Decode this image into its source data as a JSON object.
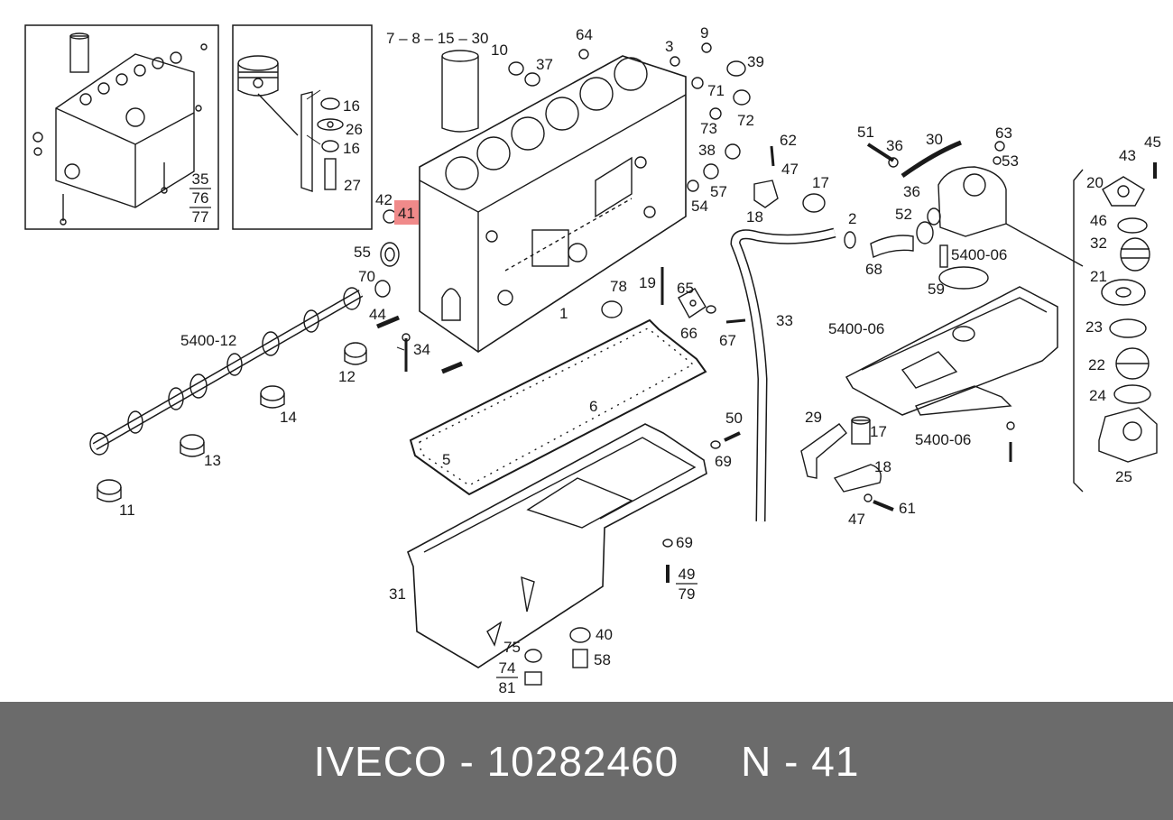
{
  "caption": {
    "text": "IVECO - 10282460     N - 41",
    "background": "#6b6b6b",
    "color": "#ffffff"
  },
  "highlight": {
    "label": "41",
    "color": "#f08a8a"
  },
  "labels": [
    "7 – 8 – 15 – 30",
    "10",
    "37",
    "64",
    "3",
    "9",
    "39",
    "71",
    "73",
    "72",
    "38",
    "57",
    "62",
    "47",
    "17",
    "18",
    "2",
    "51",
    "36",
    "30",
    "63",
    "53",
    "36",
    "52",
    "68",
    "5400-06",
    "59",
    "43",
    "45",
    "20",
    "46",
    "32",
    "21",
    "23",
    "22",
    "24",
    "25",
    "42",
    "55",
    "70",
    "44",
    "34",
    "12",
    "14",
    "13",
    "11",
    "5400-12",
    "78",
    "1",
    "19",
    "65",
    "66",
    "67",
    "33",
    "54",
    "6",
    "5",
    "50",
    "69",
    "29",
    "17",
    "18",
    "47",
    "61",
    "5400-06",
    "5400-06",
    "69",
    "31",
    "75",
    "40",
    "58",
    "16",
    "26",
    "16",
    "27"
  ],
  "fractions": [
    {
      "top": "35",
      "mid": "76",
      "bot": "77"
    },
    {
      "top": "49",
      "bot": "79"
    },
    {
      "top": "74",
      "bot": "81"
    }
  ]
}
